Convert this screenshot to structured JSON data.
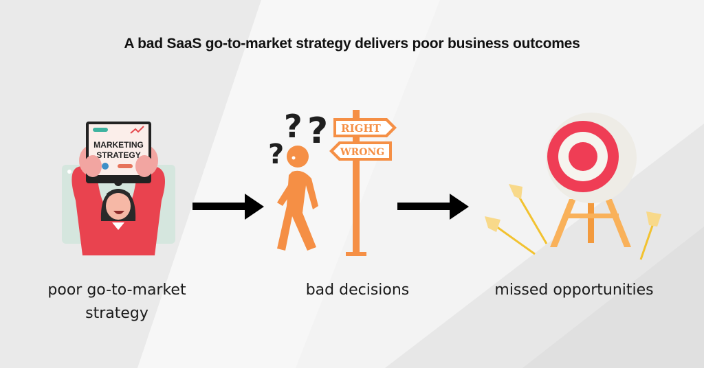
{
  "title": "A bad SaaS go-to-market strategy delivers poor business outcomes",
  "colors": {
    "background": "#f3f3f3",
    "text": "#111111",
    "orange": "#f58f45",
    "red": "#e8414f",
    "target_red": "#ef3d55",
    "arrow_yellow": "#f2c230",
    "arrow_black": "#000000"
  },
  "steps": [
    {
      "label_line1": "poor go-to-market",
      "label_line2": "strategy",
      "illustration": "woman-holding-marketing-strategy-tablet",
      "tablet_text_line1": "MARKETING",
      "tablet_text_line2": "STRATEGY"
    },
    {
      "label_line1": "bad decisions",
      "illustration": "confused-person-with-signpost",
      "sign_top": "RIGHT",
      "sign_bottom": "WRONG"
    },
    {
      "label_line1": "missed opportunities",
      "illustration": "target-with-missed-arrows"
    }
  ],
  "connectors": [
    "right-arrow",
    "right-arrow"
  ]
}
